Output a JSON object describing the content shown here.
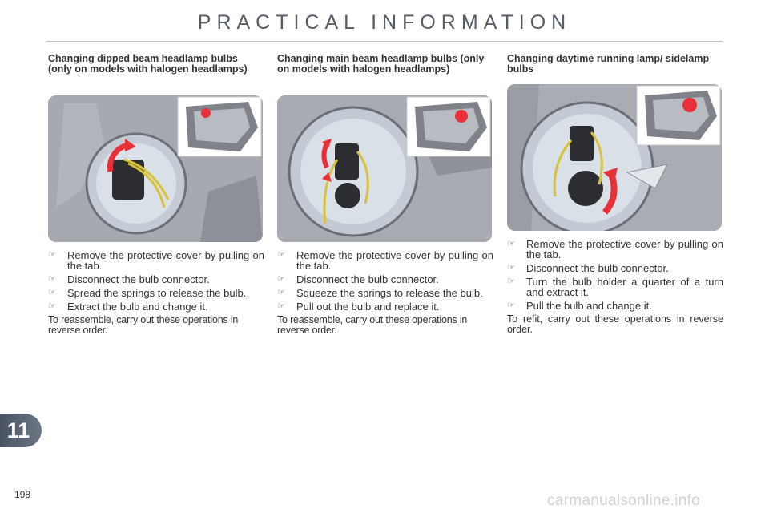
{
  "header": {
    "title": "PRACTICAL INFORMATION"
  },
  "sections": [
    {
      "heading": "Changing dipped beam headlamp bulbs (only on models with halogen headlamps)",
      "steps": [
        "Remove the protective cover by pulling on the tab.",
        "Disconnect the bulb connector.",
        "Spread the springs to release the bulb.",
        "Extract the bulb and change it."
      ],
      "note": "To reassemble, carry out these operations in reverse order."
    },
    {
      "heading": "Changing main beam headlamp bulbs (only on models with halogen headlamps)",
      "steps": [
        "Remove the protective cover by pulling on the tab.",
        "Disconnect the bulb connector.",
        "Squeeze the springs to release the bulb.",
        "Pull out the bulb and replace it."
      ],
      "note": "To reassemble, carry out these operations in reverse order."
    },
    {
      "heading": "Changing daytime running lamp/ sidelamp bulbs",
      "steps": [
        "Remove the protective cover by pulling on the tab.",
        "Disconnect the bulb connector.",
        "Turn the bulb holder a quarter of a turn and extract it.",
        "Pull the bulb and change it."
      ],
      "note": "To refit, carry out these operations in reverse order."
    }
  ],
  "step_marker_icon": "pointing-hand-icon",
  "chapter": {
    "number": "11",
    "color": "#5a6372"
  },
  "page_number": "198",
  "watermark": "carmanualsonline.info",
  "colors": {
    "highlight": "#e8303a",
    "text": "#333333",
    "rule": "#c9c0c4"
  }
}
